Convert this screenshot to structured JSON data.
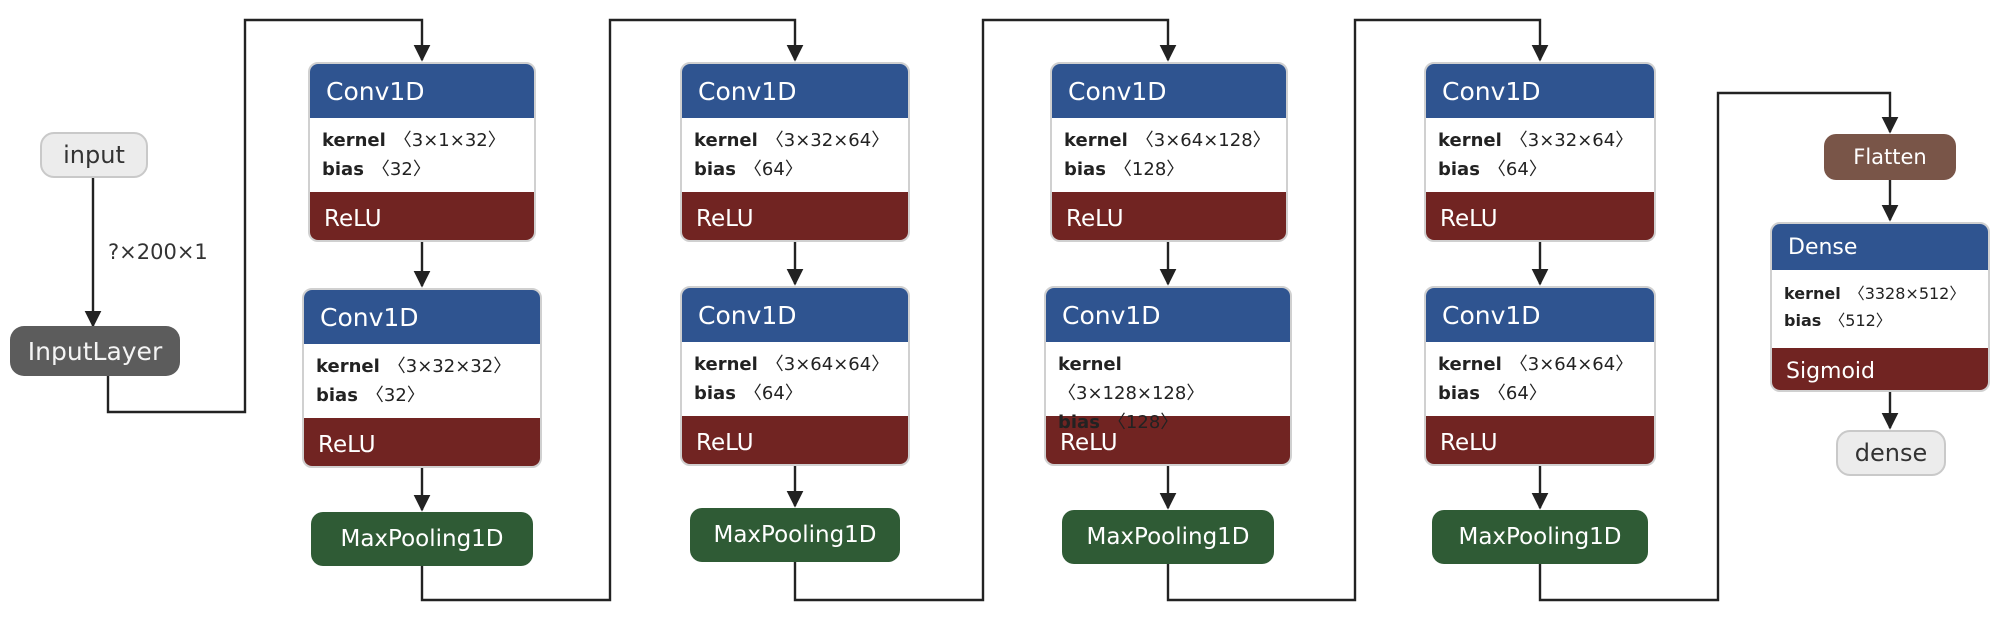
{
  "input_node": {
    "label": "input"
  },
  "input_edge_label": "?×200×1",
  "input_layer": {
    "label": "InputLayer"
  },
  "blocks": [
    {
      "conv_a": {
        "title": "Conv1D",
        "kernel_label": "kernel",
        "kernel_value": "〈3×1×32〉",
        "bias_label": "bias",
        "bias_value": "〈32〉",
        "activation": "ReLU"
      },
      "conv_b": {
        "title": "Conv1D",
        "kernel_label": "kernel",
        "kernel_value": "〈3×32×32〉",
        "bias_label": "bias",
        "bias_value": "〈32〉",
        "activation": "ReLU"
      },
      "pool": "MaxPooling1D"
    },
    {
      "conv_a": {
        "title": "Conv1D",
        "kernel_label": "kernel",
        "kernel_value": "〈3×32×64〉",
        "bias_label": "bias",
        "bias_value": "〈64〉",
        "activation": "ReLU"
      },
      "conv_b": {
        "title": "Conv1D",
        "kernel_label": "kernel",
        "kernel_value": "〈3×64×64〉",
        "bias_label": "bias",
        "bias_value": "〈64〉",
        "activation": "ReLU"
      },
      "pool": "MaxPooling1D"
    },
    {
      "conv_a": {
        "title": "Conv1D",
        "kernel_label": "kernel",
        "kernel_value": "〈3×64×128〉",
        "bias_label": "bias",
        "bias_value": "〈128〉",
        "activation": "ReLU"
      },
      "conv_b": {
        "title": "Conv1D",
        "kernel_label": "kernel",
        "kernel_value": "〈3×128×128〉",
        "bias_label": "bias",
        "bias_value": "〈128〉",
        "activation": "ReLU"
      },
      "pool": "MaxPooling1D"
    },
    {
      "conv_a": {
        "title": "Conv1D",
        "kernel_label": "kernel",
        "kernel_value": "〈3×32×64〉",
        "bias_label": "bias",
        "bias_value": "〈64〉",
        "activation": "ReLU"
      },
      "conv_b": {
        "title": "Conv1D",
        "kernel_label": "kernel",
        "kernel_value": "〈3×64×64〉",
        "bias_label": "bias",
        "bias_value": "〈64〉",
        "activation": "ReLU"
      },
      "pool": "MaxPooling1D"
    }
  ],
  "flatten": {
    "label": "Flatten"
  },
  "dense": {
    "title": "Dense",
    "kernel_label": "kernel",
    "kernel_value": "〈3328×512〉",
    "bias_label": "bias",
    "bias_value": "〈512〉",
    "activation": "Sigmoid"
  },
  "output_node": {
    "label": "dense"
  },
  "colors": {
    "conv_header": "#2f5490",
    "activation": "#712422",
    "pool": "#2f5b35",
    "flatten": "#795548",
    "input_layer": "#5c5c5c",
    "io_node": "#ececec"
  }
}
